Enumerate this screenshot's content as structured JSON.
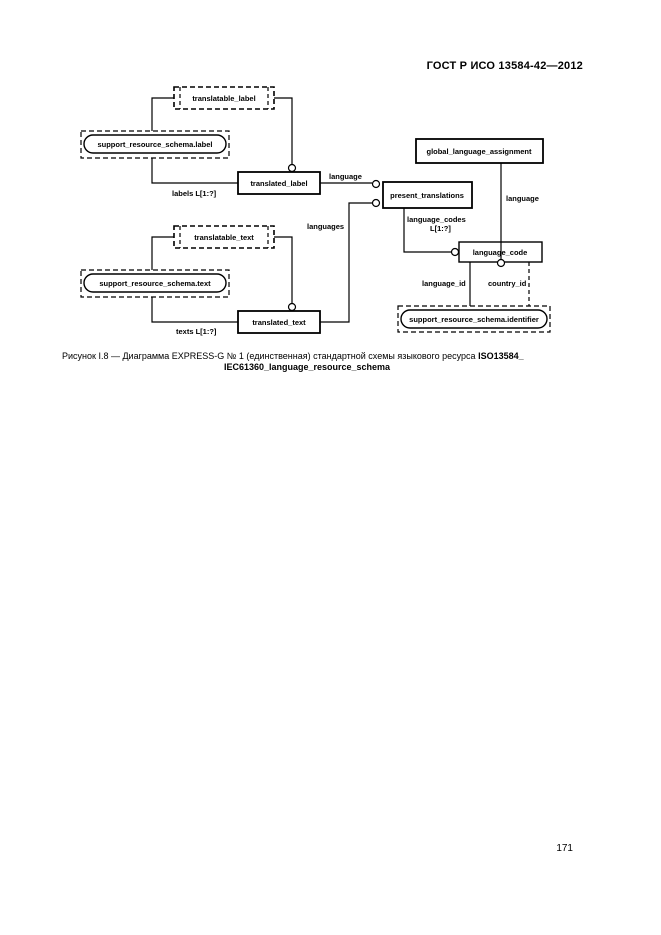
{
  "header": {
    "standard": "ГОСТ Р ИСО 13584-42—2012"
  },
  "diagram": {
    "entities": {
      "translatable_label": "translatable_label",
      "support_label": "support_resource_schema.label",
      "translated_label": "translated_label",
      "present_translations": "present_translations",
      "global_language_assignment": "global_language_assignment",
      "language_code": "language_code",
      "translatable_text": "translatable_text",
      "support_text": "support_resource_schema.text",
      "translated_text": "translated_text",
      "support_identifier": "support_resource_schema.identifier"
    },
    "relations": {
      "labels": "labels L[1:?]",
      "language_1": "language",
      "languages": "languages",
      "language_codes": "language_codes",
      "language_codes_card": "L[1:?]",
      "language_2": "language",
      "language_id": "language_id",
      "country_id": "country_id",
      "texts": "texts L[1:?]"
    }
  },
  "caption": {
    "prefix": "Рисунок I.8 — Диаграмма EXPRESS-G № 1 (единственная) стандартной схемы языкового ресурса ",
    "schema_part1": "ISO13584_",
    "schema_part2": "IEC61360_language_resource_schema"
  },
  "footer": {
    "page_number": "171"
  }
}
